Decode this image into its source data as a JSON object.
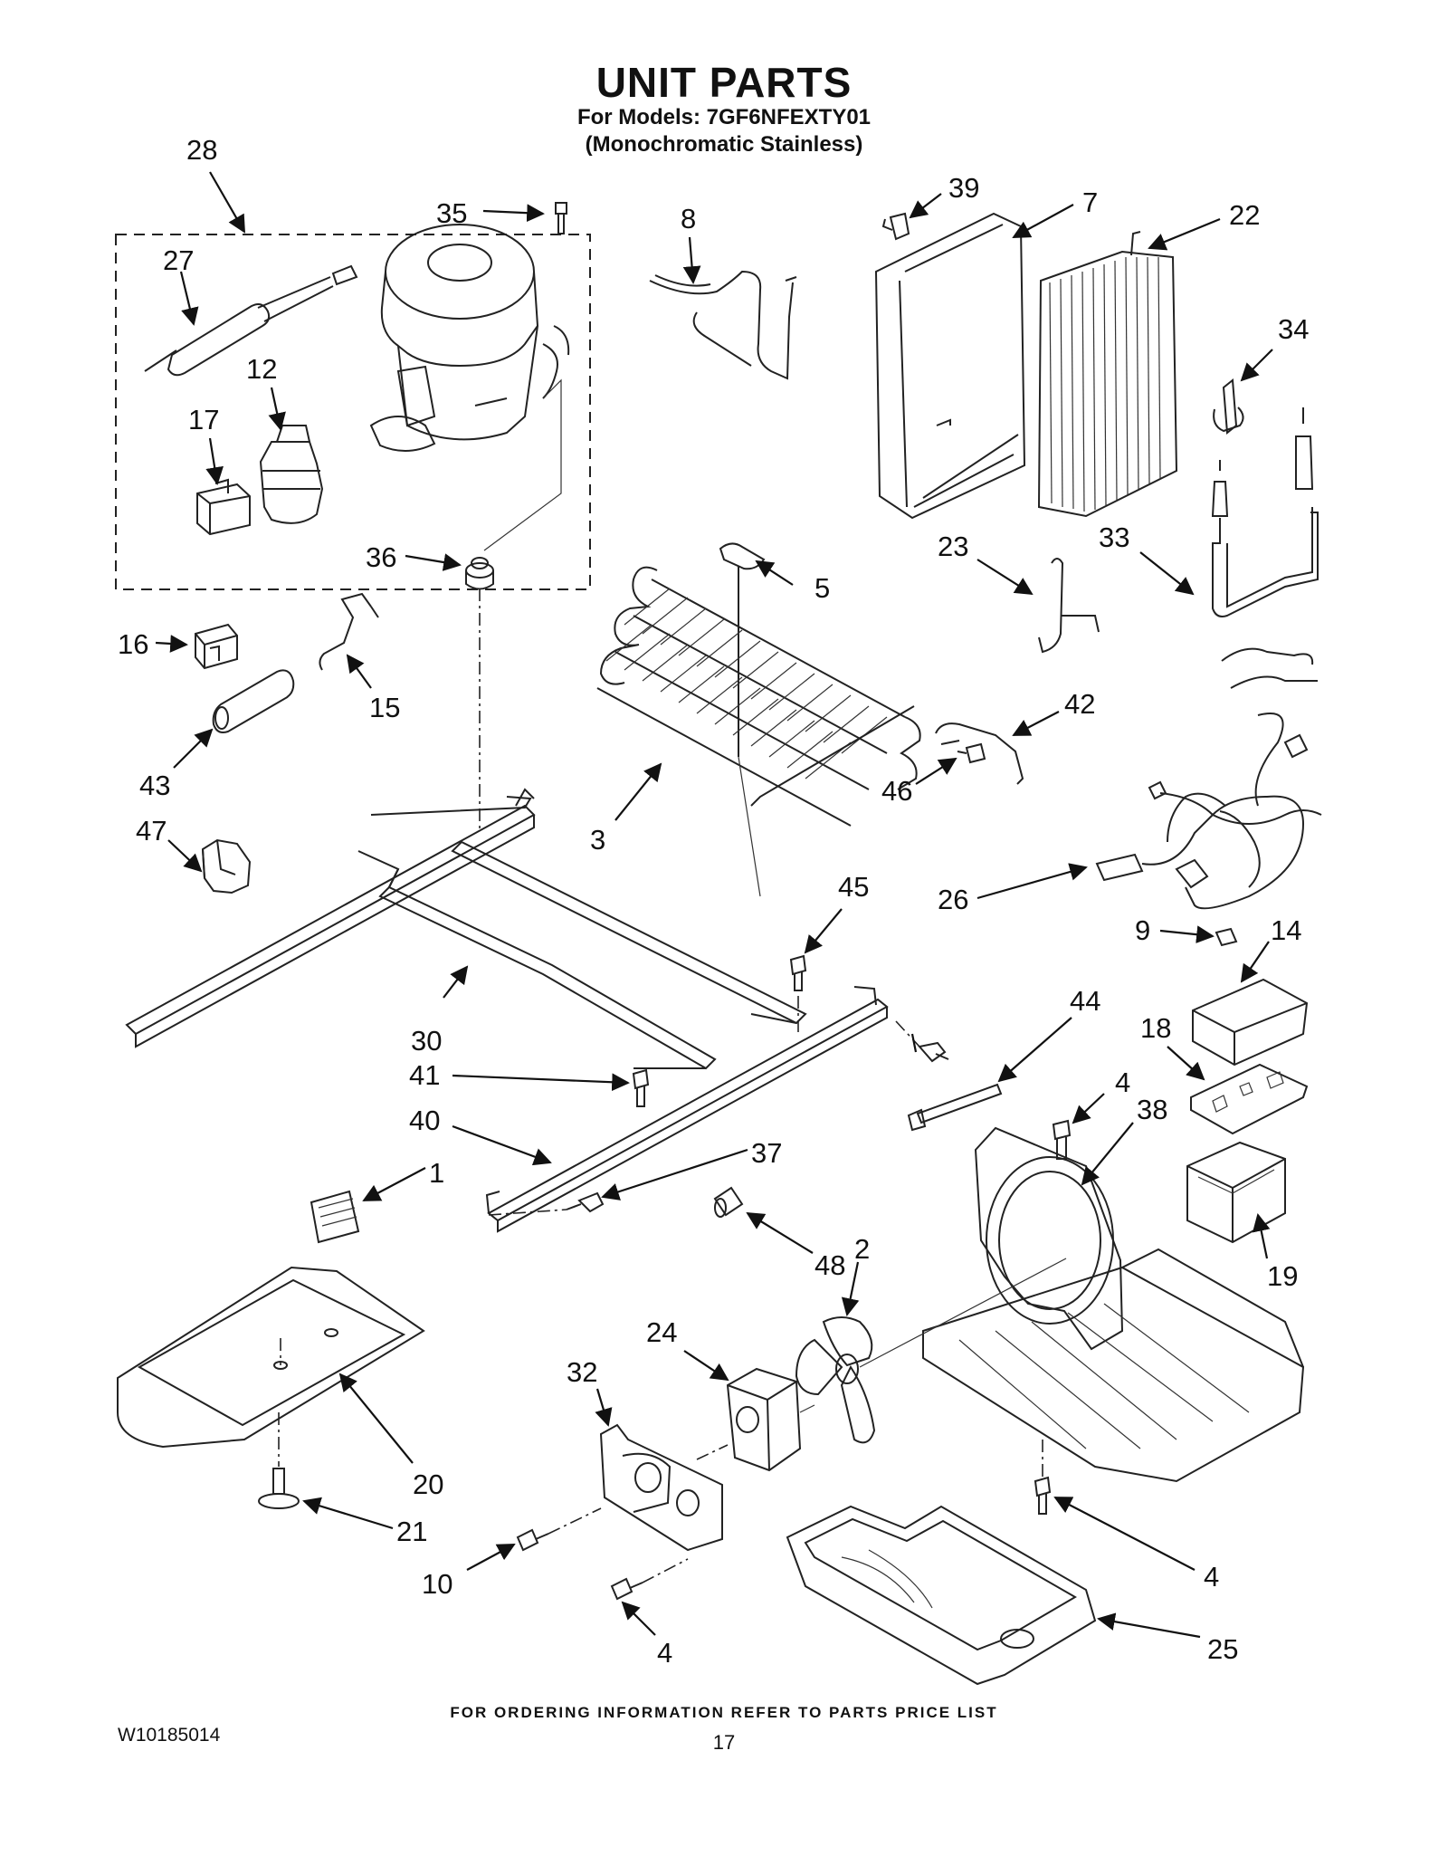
{
  "header": {
    "title": "UNIT PARTS",
    "models": "For Models: 7GF6NFEXTY01",
    "variant": "(Monochromatic Stainless)"
  },
  "callouts": [
    "28",
    "35",
    "27",
    "12",
    "17",
    "36",
    "8",
    "39",
    "7",
    "22",
    "34",
    "33",
    "23",
    "5",
    "16",
    "15",
    "43",
    "47",
    "3",
    "42",
    "46",
    "26",
    "30",
    "45",
    "9",
    "14",
    "41",
    "40",
    "44",
    "18",
    "4",
    "38",
    "37",
    "1",
    "48",
    "2",
    "19",
    "24",
    "32",
    "20",
    "21",
    "10",
    "4",
    "4",
    "25"
  ],
  "footer": {
    "ordering_note": "FOR ORDERING INFORMATION REFER TO PARTS PRICE LIST",
    "doc_number": "W10185014",
    "page_number": "17"
  }
}
